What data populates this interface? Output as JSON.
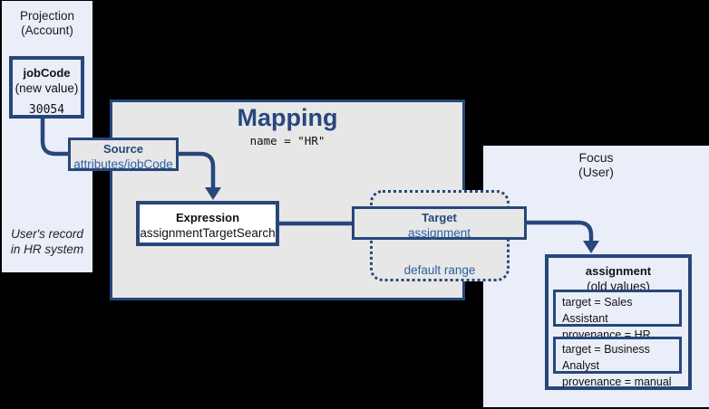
{
  "colors": {
    "background": "#000000",
    "panel_bg": "#e9eef8",
    "mapping_bg": "#e7e7e7",
    "navy": "#27477b",
    "blue": "#2e5fa3",
    "text_black": "#111111"
  },
  "projection": {
    "title1": "Projection",
    "title2": "(Account)",
    "note1": "User's record",
    "note2": "in HR system",
    "jobcode": {
      "name": "jobCode",
      "qualifier": "(new value)",
      "value": "30054"
    }
  },
  "mapping": {
    "title": "Mapping",
    "subtitle": "name = \"HR\"",
    "source": {
      "label": "Source",
      "value": "attributes/jobCode"
    },
    "expression": {
      "label": "Expression",
      "value": "assignmentTargetSearch"
    },
    "target": {
      "label": "Target",
      "value": "assignment"
    },
    "default_range": "default range"
  },
  "focus": {
    "title1": "Focus",
    "title2": "(User)",
    "assignment": {
      "name": "assignment",
      "qualifier": "(old values)",
      "entries": [
        {
          "line1": "target = Sales Assistant",
          "line2": "provenance = HR"
        },
        {
          "line1": "target = Business Analyst",
          "line2": "provenance = manual"
        }
      ]
    }
  }
}
